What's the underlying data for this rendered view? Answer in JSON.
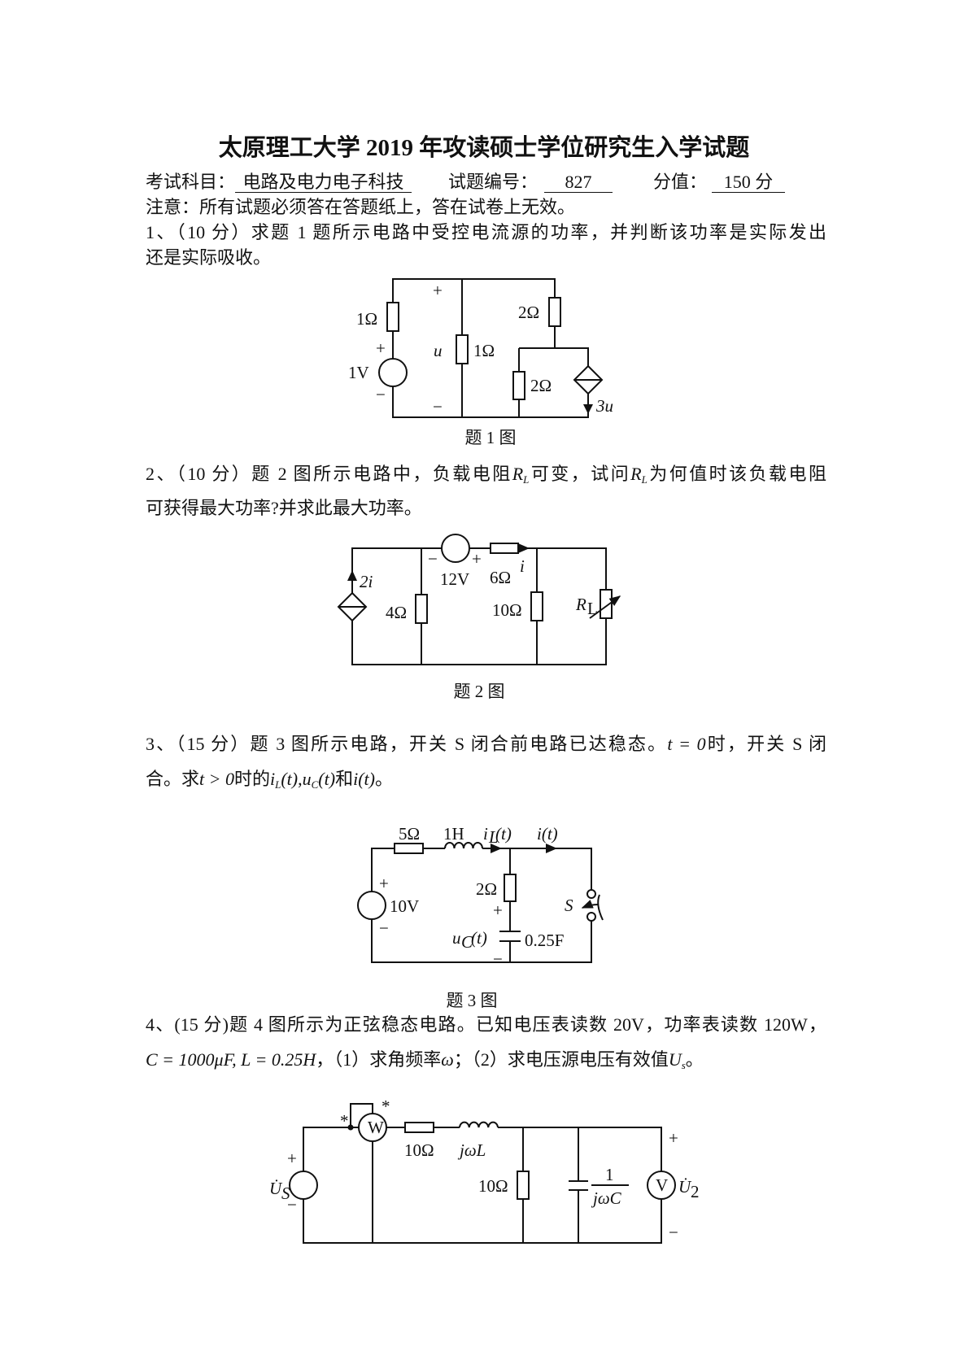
{
  "title": "太原理工大学 2019 年攻读硕士学位研究生入学试题",
  "header": {
    "subject_label": "考试科目：",
    "subject": "电路及电力电子科技",
    "code_label": "试题编号：",
    "code": "827",
    "score_label": "分值：",
    "score": "150 分",
    "notice": "注意：所有试题必须答在答题纸上，答在试卷上无效。"
  },
  "q1": {
    "line1": "1、（10 分）求题 1 题所示电路中受控电流源的功率，并判断该功率是实际发出",
    "line2": "还是实际吸收。",
    "caption": "题 1 图",
    "labels": {
      "r1": "1Ω",
      "vs": "1V",
      "plus": "+",
      "minus": "−",
      "u": "u",
      "r2": "1Ω",
      "r3": "2Ω",
      "r4": "2Ω",
      "ctrl": "3u"
    }
  },
  "q2": {
    "l1a": "2、（10 分）题 2 图所示电路中，负载电阻",
    "R": "R",
    "L": "L",
    "l1b": "可变，试问",
    "l1c": "为何值时该负载电阻",
    "line2": "可获得最大功率?并求此最大功率。",
    "caption": "题 2 图",
    "labels": {
      "ctrl": "2i",
      "r4": "4Ω",
      "vs": "12V",
      "r6": "6Ω",
      "i": "i",
      "r10": "10Ω",
      "RL": "R",
      "RLsub": "L",
      "plus": "+",
      "minus": "−"
    }
  },
  "q3": {
    "l1a": "3、（15 分）题 3 图所示电路，开关 S 闭合前电路已达稳态。",
    "t0": "t = 0",
    "l1b": "时，开关 S 闭",
    "l2a": "合。求",
    "tgt": "t > 0",
    "l2b": "时的",
    "iL": "i",
    "Lsub": "L",
    "tpar": "(t)",
    "comma": ",",
    "uC": "u",
    "Csub": "C",
    "and": "和",
    "it": "i(t)",
    "end": "。",
    "caption": "题 3 图",
    "labels": {
      "r5": "5Ω",
      "ind": "1H",
      "iL": "i",
      "iLsub": "L",
      "t": "(t)",
      "i": "i(t)",
      "r2": "2Ω",
      "cap": "0.25F",
      "uC": "u",
      "uCsub": "C",
      "vs": "10V",
      "S": "S",
      "plus": "+",
      "minus": "−"
    }
  },
  "q4": {
    "line1": "4、(15 分)题 4 图所示为正弦稳态电路。已知电压表读数 20V，功率表读数 120W，",
    "formula": "C = 1000μF, L = 0.25H",
    "l2a": "，（1）求角频率",
    "omega": "ω",
    "l2b": "；（2）求电压源电压有效值",
    "Us": "U",
    "Ussub": "s",
    "end": "。",
    "labels": {
      "Us": "U̇",
      "UsSub": "S",
      "W": "W",
      "star": "*",
      "r10a": "10Ω",
      "ind": "jωL",
      "r10b": "10Ω",
      "num": "1",
      "den": "jωC",
      "V": "V",
      "U2": "U̇",
      "U2sub": "2",
      "plus": "+",
      "minus": "−"
    }
  }
}
